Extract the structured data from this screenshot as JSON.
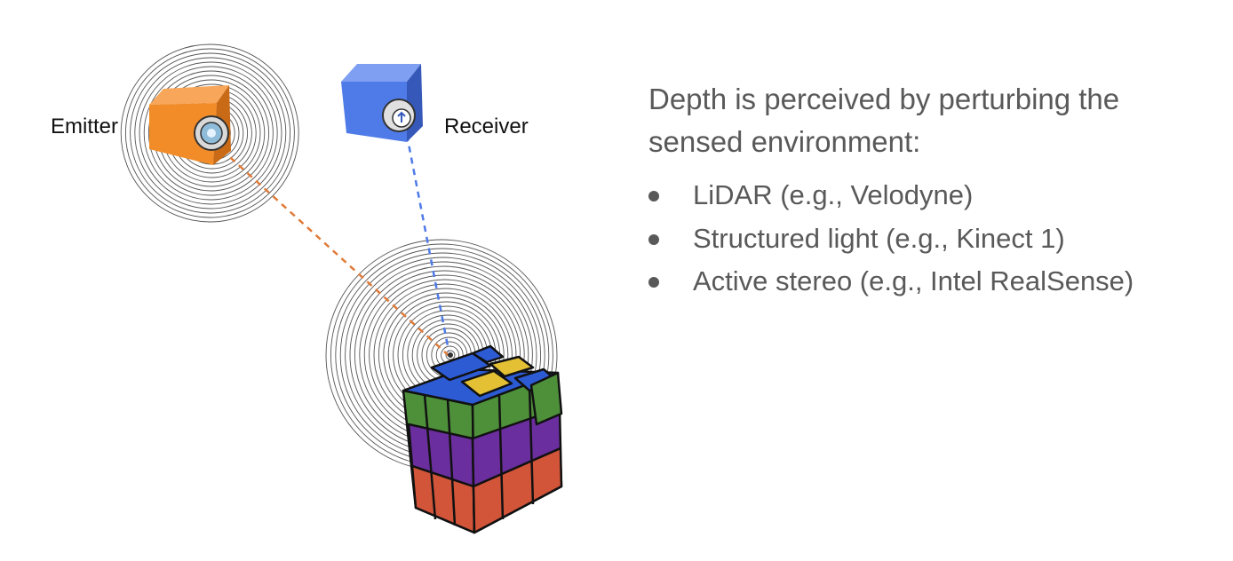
{
  "diagram": {
    "emitter_label": "Emitter",
    "receiver_label": "Receiver",
    "colors": {
      "emitter": "#F28C28",
      "receiver": "#4F7BE8",
      "emit_path": "#E07B39",
      "receive_path": "#4F7BE8",
      "cube_green": "#4E8F3A",
      "cube_purple": "#6A2E9E",
      "cube_red": "#D2553A",
      "cube_blue": "#2D5BD4",
      "cube_yellow": "#E3C034"
    }
  },
  "text": {
    "heading": "Depth is perceived by perturbing the sensed environment:",
    "bullets": [
      "LiDAR (e.g., Velodyne)",
      "Structured light (e.g., Kinect 1)",
      "Active stereo (e.g., Intel RealSense)"
    ]
  }
}
